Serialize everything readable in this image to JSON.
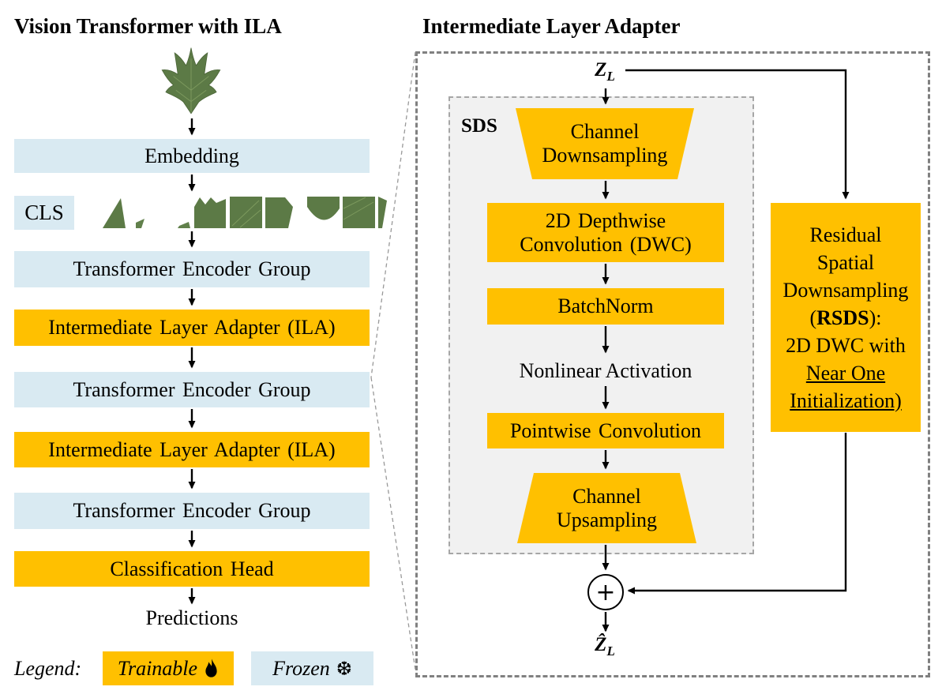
{
  "titles": {
    "left": "Vision Transformer with ILA",
    "right": "Intermediate Layer Adapter"
  },
  "left_panel": {
    "embedding": "Embedding",
    "cls": "CLS",
    "teg1": "Transformer Encoder Group",
    "ila1": "Intermediate Layer Adapter (ILA)",
    "teg2": "Transformer Encoder Group",
    "ila2": "Intermediate Layer Adapter (ILA)",
    "teg3": "Transformer Encoder Group",
    "classification_head": "Classification Head",
    "predictions": "Predictions"
  },
  "legend": {
    "label": "Legend:",
    "trainable": "Trainable",
    "frozen": "Frozen",
    "snowflake_glyph": "❆"
  },
  "right_panel": {
    "zl": {
      "base": "Z",
      "sub": "L"
    },
    "sds_label": "SDS",
    "channel_downsampling": "Channel Downsampling",
    "dwc": "2D Depthwise Convolution (DWC)",
    "batchnorm": "BatchNorm",
    "nonlinear": "Nonlinear Activation",
    "pointwise": "Pointwise Convolution",
    "channel_upsampling": "Channel Upsampling",
    "rsds": {
      "line1": "Residual",
      "line2": "Spatial",
      "line3": "Downsampling",
      "line4_pre": "(",
      "line4_bold": "RSDS",
      "line4_post": "):",
      "line5": "2D DWC with",
      "line6": "Near One",
      "line7": "Initialization)"
    },
    "plus": "+",
    "zhat": {
      "base": "Ẑ",
      "sub": "L"
    }
  },
  "colors": {
    "trainable_orange": "#FFC000",
    "frozen_blue": "#D9EAF2",
    "sds_gray": "#F1F1F1",
    "dash_gray": "#808080",
    "leaf_green": "#5C7A46"
  }
}
